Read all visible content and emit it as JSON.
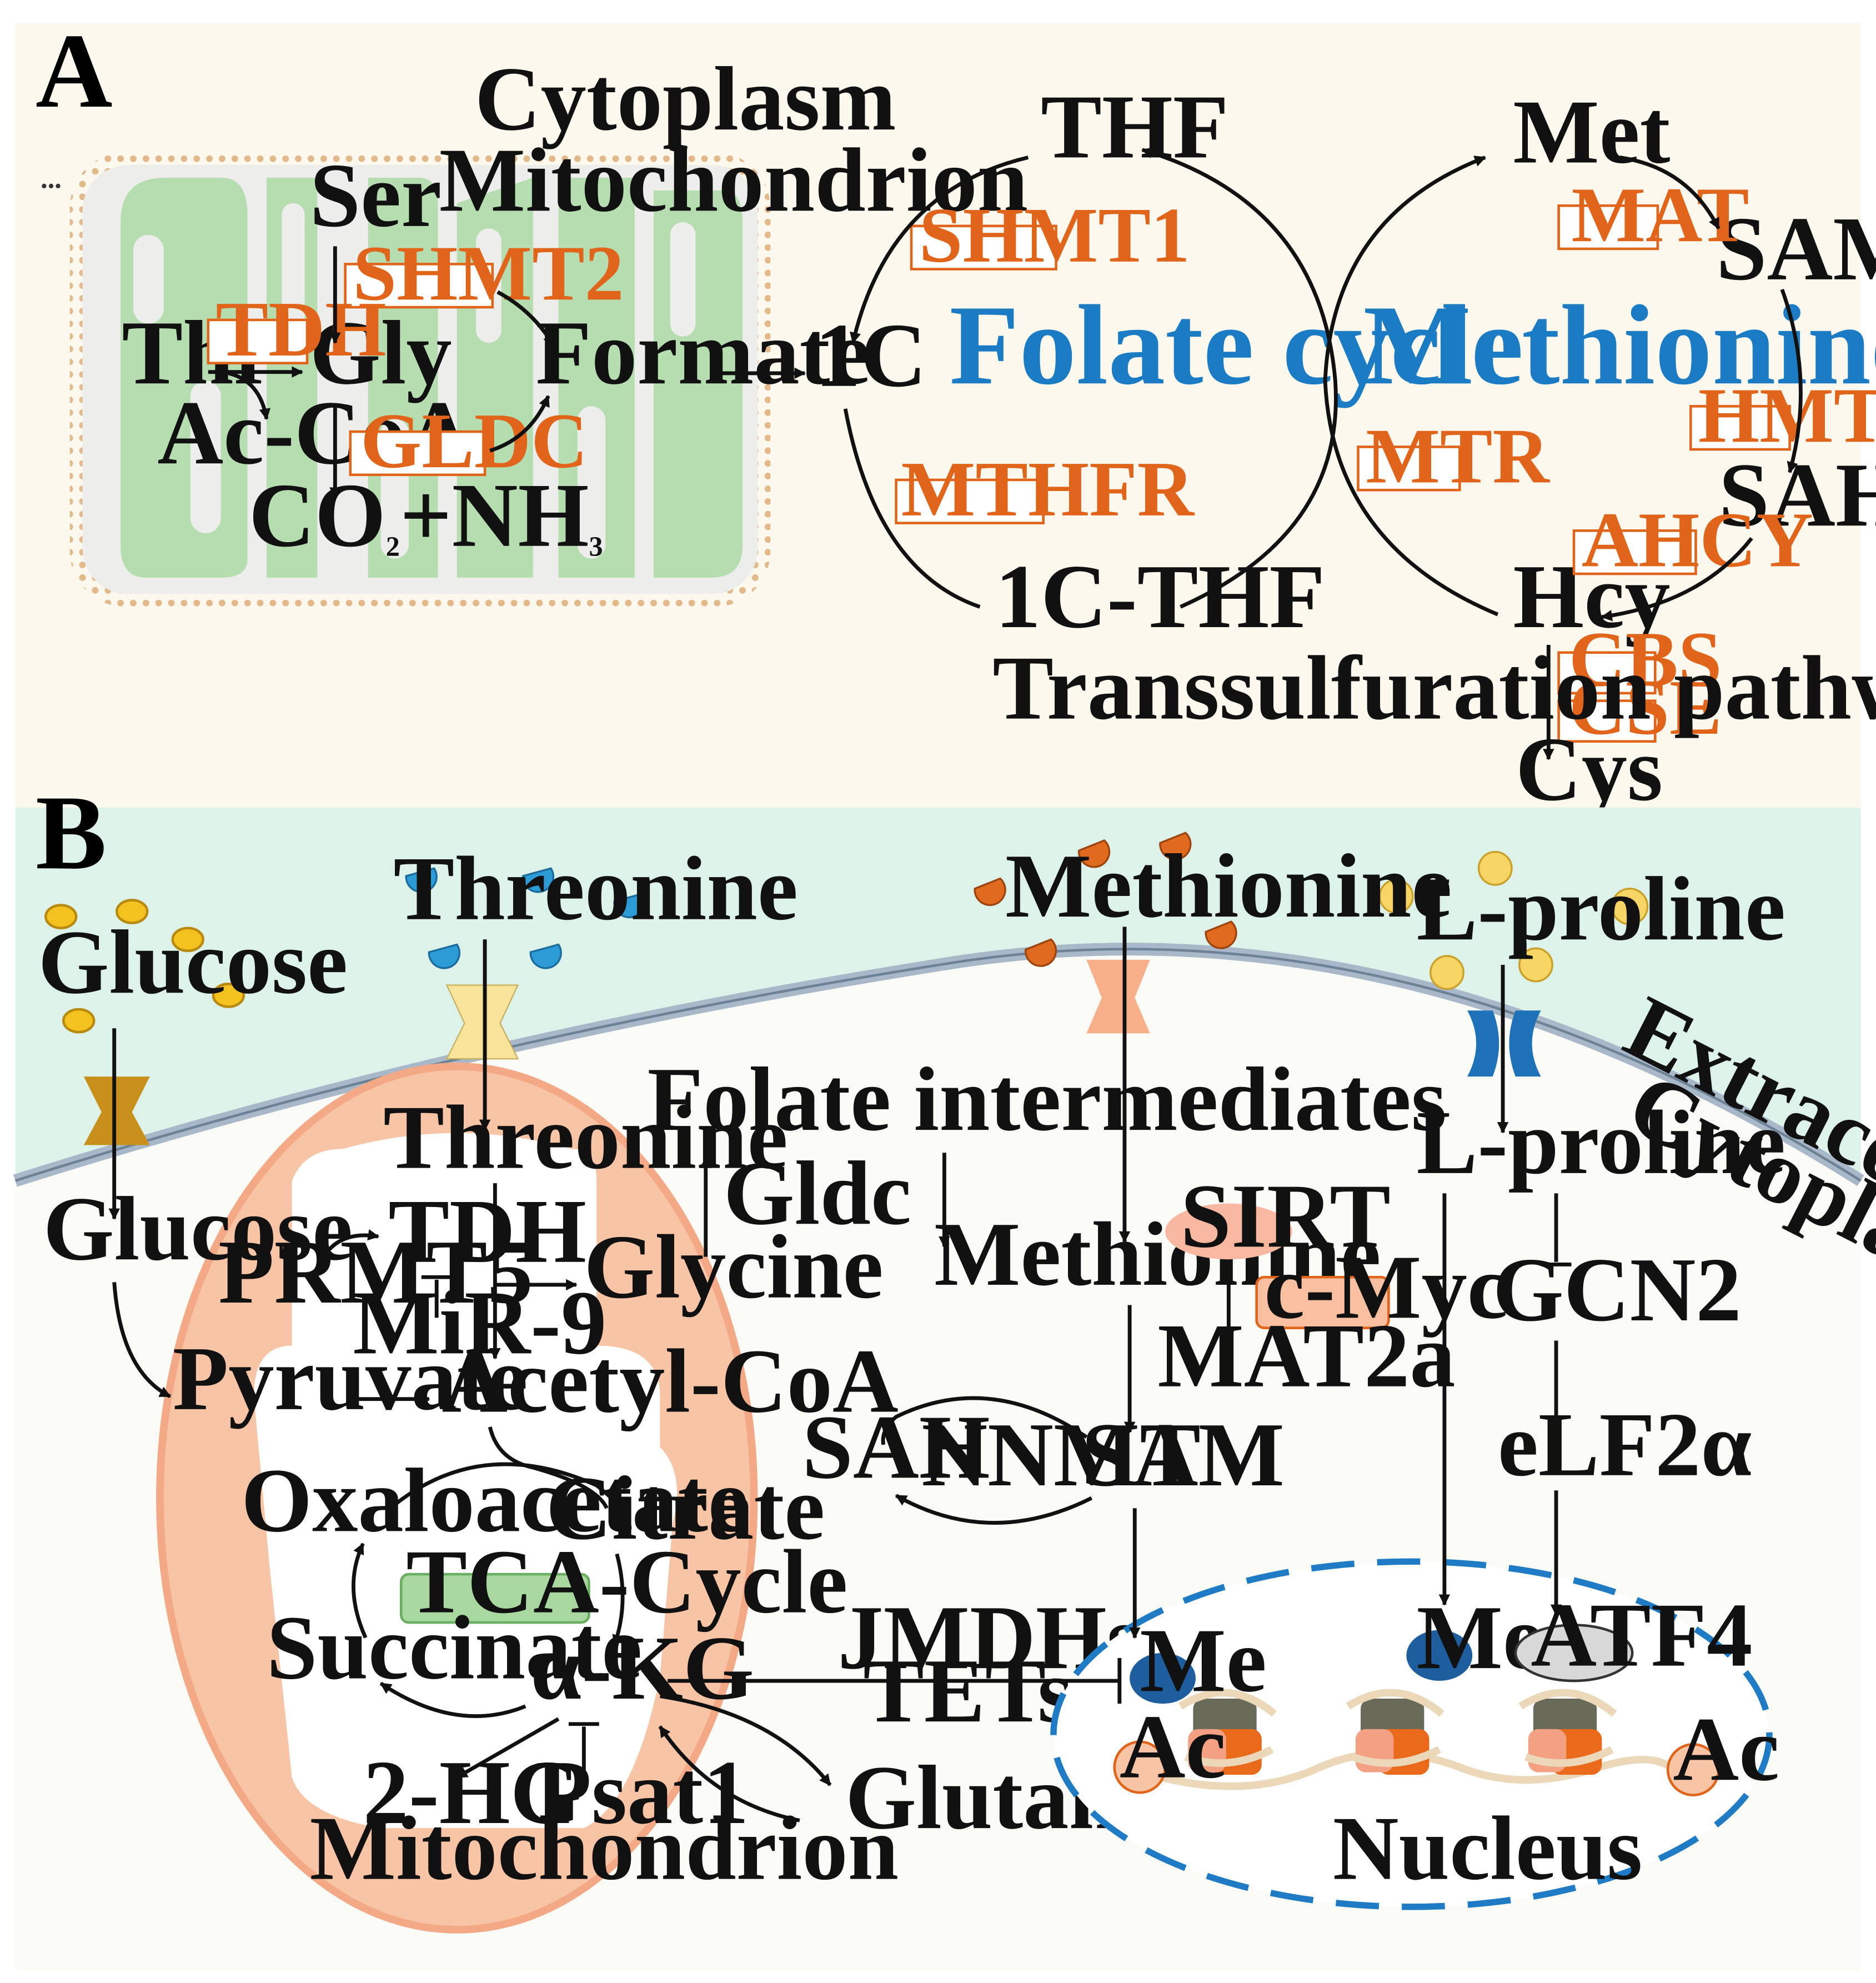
{
  "panelA": {
    "label": "A",
    "dots": "...",
    "cytoplasm": "Cytoplasm",
    "mitochondrion": "Mitochondrion",
    "ser": "Ser",
    "thr": "Thr",
    "gly": "Gly",
    "acCoA": "Ac-CoA",
    "co2": "CO",
    "co2sub": "2",
    "plusNH": "+NH",
    "nh3sub": "3",
    "formate": "Formate",
    "enz_shmt2": "SHMT2",
    "enz_tdh": "TDH",
    "enz_gldc": "GLDC",
    "oneC": "1C",
    "thf": "THF",
    "oneCTHF": "1C-THF",
    "enz_shmt1": "SHMT1",
    "enz_mthfr": "MTHFR",
    "folateCycle": "Folate cycle",
    "met": "Met",
    "sam": "SAM",
    "sah": "SAH",
    "hcy": "Hcy",
    "methionineCycle": "Methionine cycle",
    "enz_mat": "MAT",
    "enz_hmt": "HMT",
    "enz_ahcy": "AHCY",
    "enz_mtr": "MTR",
    "enz_cbs": "CBS",
    "enz_cse": "CSE",
    "transsulfuration": "Transsulfuration pathway",
    "cys": "Cys"
  },
  "panelB": {
    "label": "B",
    "glucoseOut": "Glucose",
    "threonineOut": "Threonine",
    "methionineOut": "Methionine",
    "lprolineOut": "L-proline",
    "extracellular": "Extracellular",
    "cytoplasm": "Cytoplasm",
    "glucoseIn": "Glucose",
    "threonineIn": "Threonine",
    "tdh": "TDH",
    "prmt5": "PRMT5",
    "mir9": "MiR-9",
    "glycine": "Glycine",
    "gldc": "Gldc",
    "folateIntermediates": "Folate intermediates",
    "pyruvate": "Pyruvate",
    "acetylCoA": "Acetyl-CoA",
    "oxaloacetate": "Oxaloacetate",
    "citrate": "Citrate",
    "tcaCycle": "TCA-Cycle",
    "succinate": "Succinate",
    "akg": "α-KG",
    "twoHG": "2-HG",
    "psat1": "Psat1",
    "mitochondrion": "Mitochondrion",
    "glutamine": "Glutamine",
    "jmdhs": "JMDHs",
    "tets": "TETs",
    "methionineIn": "Methionine",
    "sirt": "SIRT",
    "cmyc": "c-Myc",
    "mat2a": "MAT2a",
    "sah": "SAH",
    "nnmt": "NNMT",
    "sam": "SAM",
    "lprolineIn": "L-proline",
    "gcn2": "GCN2",
    "elf2a": "eLF2α",
    "atf4": "ATF4",
    "me": "Me",
    "ac": "Ac",
    "nucleus": "Nucleus"
  },
  "colors": {
    "panelA_bg": "#FDF8EE",
    "mito_green": "#B5DDB0",
    "enzyme_orange": "#E0641A",
    "cycle_blue": "#1B7CC4",
    "extracellular_bg": "#DDF3EA",
    "mito_orange": "#F8C4A6",
    "nucleus_border": "#1F7CC4",
    "glucose": "#F4C21E",
    "threonine": "#2C9BD6",
    "methionine": "#E06B1F",
    "proline": "#F7D565",
    "sirt_red": "#C0202A",
    "me_blue": "#1F5E9E",
    "ac_green": "#2E8B2E"
  }
}
